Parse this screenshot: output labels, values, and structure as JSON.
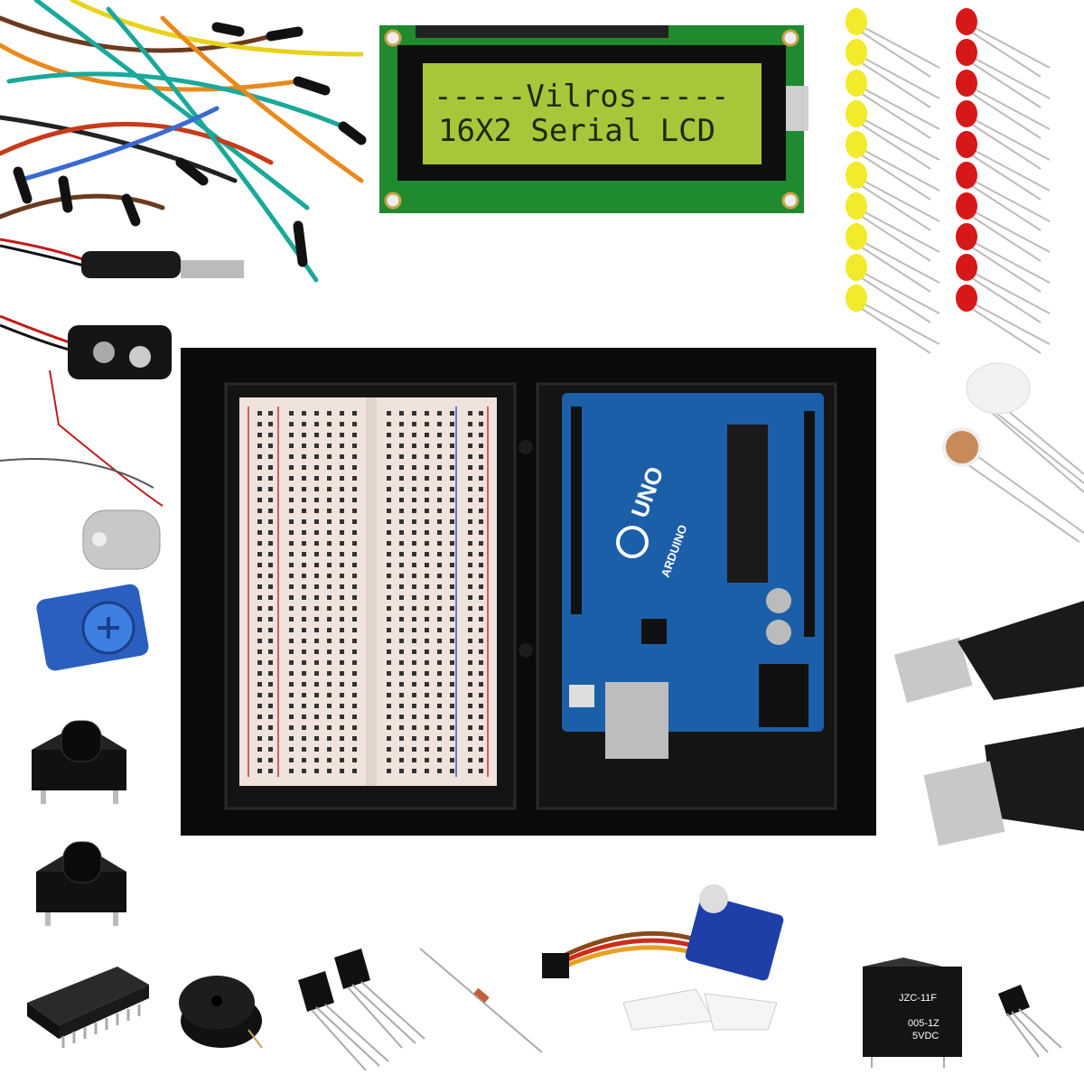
{
  "lcd": {
    "line1": "-----Vilros-----",
    "line2": "16X2 Serial LCD"
  },
  "arduino": {
    "model": "UNO",
    "brand": "ARDUINO"
  },
  "relay": {
    "model": "JZC-11F",
    "type": "005-1Z",
    "voltage": "5VDC"
  },
  "colors": {
    "board": "#0a0a0a",
    "arduino": "#1b5fa8",
    "lcd_pcb": "#1f8a2e",
    "lcd_screen": "#a6c73a",
    "led_yellow": "#f2ea2a",
    "led_red": "#d61818"
  }
}
